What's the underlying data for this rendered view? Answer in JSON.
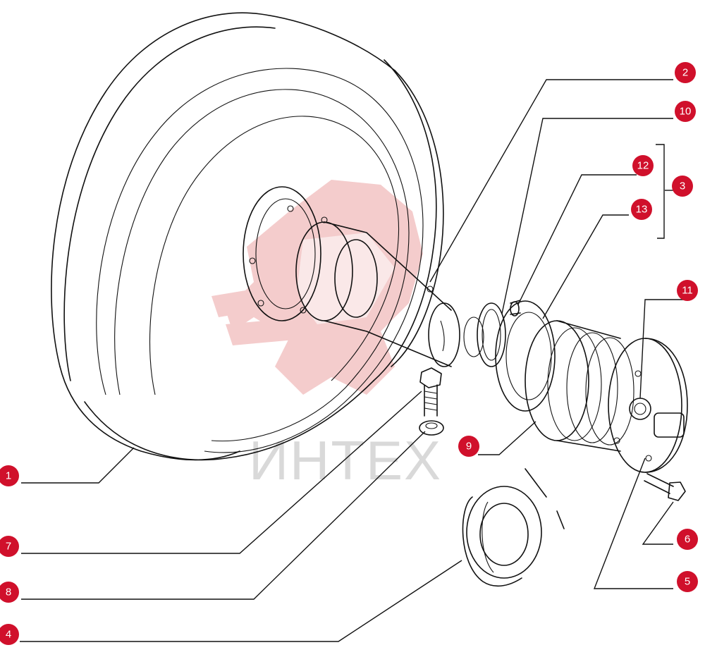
{
  "watermark": {
    "text": "ИНТЕХ"
  },
  "colors": {
    "callout": "#d0102b",
    "line": "#111111",
    "watermark_logo": "#f3c7c7",
    "watermark_text": "#d9d9d9"
  },
  "callouts": [
    {
      "id": "1",
      "label": "1"
    },
    {
      "id": "2",
      "label": "2"
    },
    {
      "id": "3",
      "label": "3"
    },
    {
      "id": "4",
      "label": "4"
    },
    {
      "id": "5",
      "label": "5"
    },
    {
      "id": "6",
      "label": "6"
    },
    {
      "id": "7",
      "label": "7"
    },
    {
      "id": "8",
      "label": "8"
    },
    {
      "id": "9",
      "label": "9"
    },
    {
      "id": "10",
      "label": "10"
    },
    {
      "id": "11",
      "label": "11"
    },
    {
      "id": "12",
      "label": "12"
    },
    {
      "id": "13",
      "label": "13"
    }
  ],
  "parts": [
    {
      "callout": "1",
      "icon": "idler-wheel"
    },
    {
      "callout": "2",
      "icon": "shaft"
    },
    {
      "callout": "3",
      "icon": "seal-group-bracket"
    },
    {
      "callout": "4",
      "icon": "seal-ring"
    },
    {
      "callout": "5",
      "icon": "end-cap-flange"
    },
    {
      "callout": "6",
      "icon": "cap-bolt"
    },
    {
      "callout": "7",
      "icon": "hex-bolt"
    },
    {
      "callout": "8",
      "icon": "washer"
    },
    {
      "callout": "9",
      "icon": "bushing"
    },
    {
      "callout": "10",
      "icon": "o-ring"
    },
    {
      "callout": "11",
      "icon": "plug-seal"
    },
    {
      "callout": "12",
      "icon": "pin"
    },
    {
      "callout": "13",
      "icon": "retainer-ring"
    }
  ]
}
